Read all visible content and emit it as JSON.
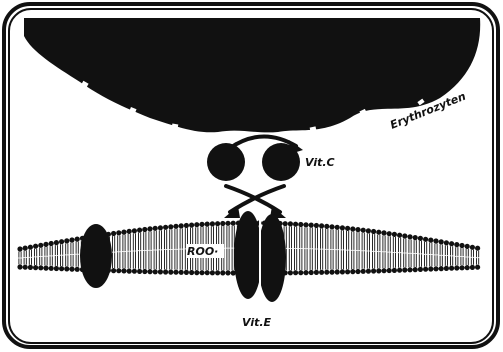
{
  "labels": {
    "cell": "Erythrozyten",
    "vit_c": "Vit.C",
    "vit_e": "Vit.E",
    "radical": "ROO·"
  },
  "colors": {
    "ink": "#111111",
    "background": "#ffffff"
  }
}
